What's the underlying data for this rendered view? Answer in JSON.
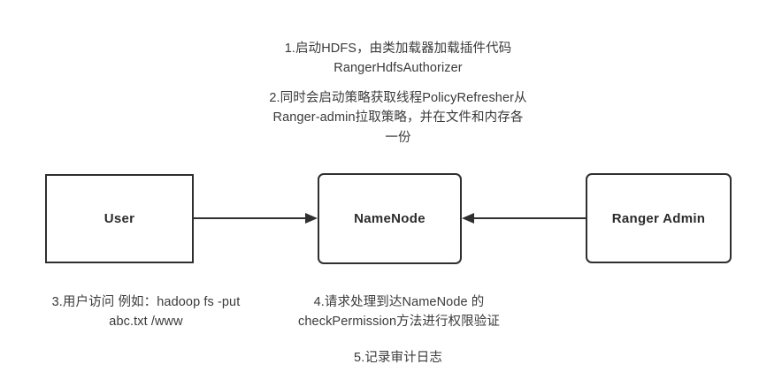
{
  "diagram": {
    "type": "flow-diagram",
    "background_color": "#ffffff",
    "line_color": "#2f2f2f",
    "text_color": "#3a3a3a",
    "nodes": [
      {
        "id": "user",
        "label": "User",
        "shape": "rectangle"
      },
      {
        "id": "namenode",
        "label": "NameNode",
        "shape": "rounded-rectangle"
      },
      {
        "id": "ranger_admin",
        "label": "Ranger Admin",
        "shape": "rounded-rectangle"
      }
    ],
    "edges": [
      {
        "from": "user",
        "to": "namenode",
        "direction": "right",
        "label": ""
      },
      {
        "from": "ranger_admin",
        "to": "namenode",
        "direction": "left",
        "label": ""
      }
    ],
    "annotations": {
      "note_1": "1.启动HDFS，由类加载器加载插件代码\nRangerHdfsAuthorizer",
      "note_2": "2.同时会启动策略获取线程PolicyRefresher从\nRanger-admin拉取策略，并在文件和内存各\n一份",
      "note_3": "3.用户访问 例如：hadoop fs -put\nabc.txt /www",
      "note_4": "4.请求处理到达NameNode 的\ncheckPermission方法进行权限验证",
      "note_5": "5.记录审计日志"
    }
  }
}
